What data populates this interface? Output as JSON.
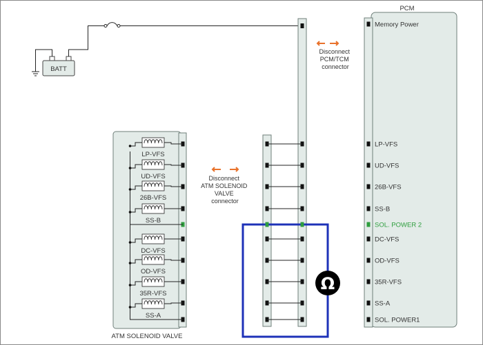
{
  "pcm": {
    "title": "PCM",
    "pins": [
      {
        "label": "Memory Power",
        "highlight": false
      },
      {
        "label": "LP-VFS",
        "highlight": false
      },
      {
        "label": "UD-VFS",
        "highlight": false
      },
      {
        "label": "26B-VFS",
        "highlight": false
      },
      {
        "label": "SS-B",
        "highlight": false
      },
      {
        "label": "SOL. POWER 2",
        "highlight": true
      },
      {
        "label": "DC-VFS",
        "highlight": false
      },
      {
        "label": "OD-VFS",
        "highlight": false
      },
      {
        "label": "35R-VFS",
        "highlight": false
      },
      {
        "label": "SS-A",
        "highlight": false
      },
      {
        "label": "SOL. POWER1",
        "highlight": false
      }
    ]
  },
  "battery": {
    "label": "BATT"
  },
  "pcm_connector_note": {
    "lines": [
      "Disconnect",
      "PCM/TCM",
      "connector"
    ]
  },
  "valve_connector_note": {
    "lines": [
      "Disconnect",
      "ATM SOLENOID",
      "VALVE",
      "connector"
    ]
  },
  "solenoid_valve": {
    "title": "ATM SOLENOID VALVE",
    "solenoids": [
      "LP-VFS",
      "UD-VFS",
      "26B-VFS",
      "SS-B",
      "DC-VFS",
      "OD-VFS",
      "35R-VFS",
      "SS-A"
    ]
  },
  "meter": {
    "symbol": "Ω"
  },
  "colors": {
    "panel_fill": "#e3ebe8",
    "arrow": "#e9722b",
    "meter_loop": "#1d31b8",
    "highlight": "#2e9e3e"
  }
}
